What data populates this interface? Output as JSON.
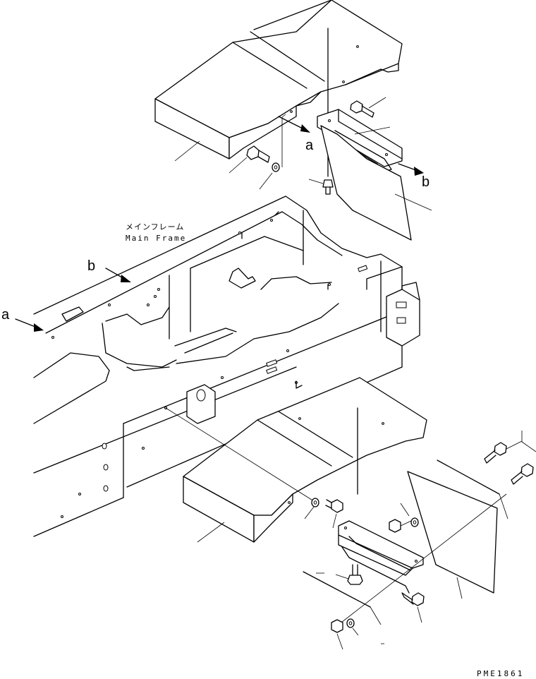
{
  "labels": {
    "main_frame_jp": "メインフレーム",
    "main_frame_en": "Main Frame",
    "ref_a_top": "a",
    "ref_b_top": "b",
    "ref_a_left": "a",
    "ref_b_left": "b",
    "drawing_code": "PME1861"
  }
}
